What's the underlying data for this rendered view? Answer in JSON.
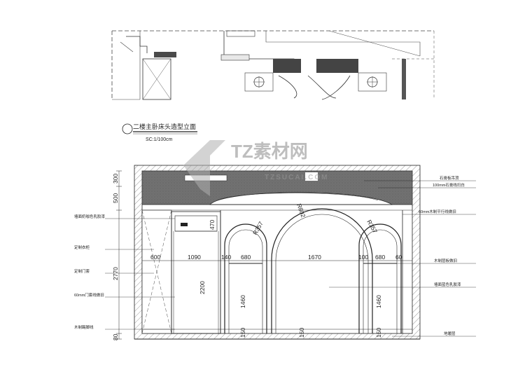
{
  "watermark": {
    "logo_text": "TZ素材网",
    "url_text": "TZSUCAI.COM"
  },
  "plan_view": {
    "title": "二楼主卧床头造型立面",
    "scale": "SC:1/100cm"
  },
  "elevation": {
    "vertical_dims": [
      "300",
      "500",
      "2770",
      "80"
    ],
    "horizontal_dims": [
      "600",
      "1090",
      "140",
      "680",
      "1670",
      "100",
      "680",
      "60"
    ],
    "inner_dims": {
      "cabinet_top": "470",
      "door_height": "2200",
      "left_niche": "1460",
      "right_niche": "1460",
      "left_base": "150",
      "center_base": "150",
      "right_base": "150",
      "left_radius": "R357",
      "right_radius": "R357",
      "center_radius": "R802"
    },
    "left_labels": [
      "墙面奶咖色乳胶漆",
      "定制衣柜",
      "定制门套",
      "60mm门套线做旧",
      "木制踢脚线"
    ],
    "right_labels": [
      "石膏板吊顶",
      "100mm石膏线扫白",
      "60mm木制平行线做旧",
      "木制层板做旧",
      "墙面蓝色乳胶漆",
      "地暖层"
    ]
  }
}
